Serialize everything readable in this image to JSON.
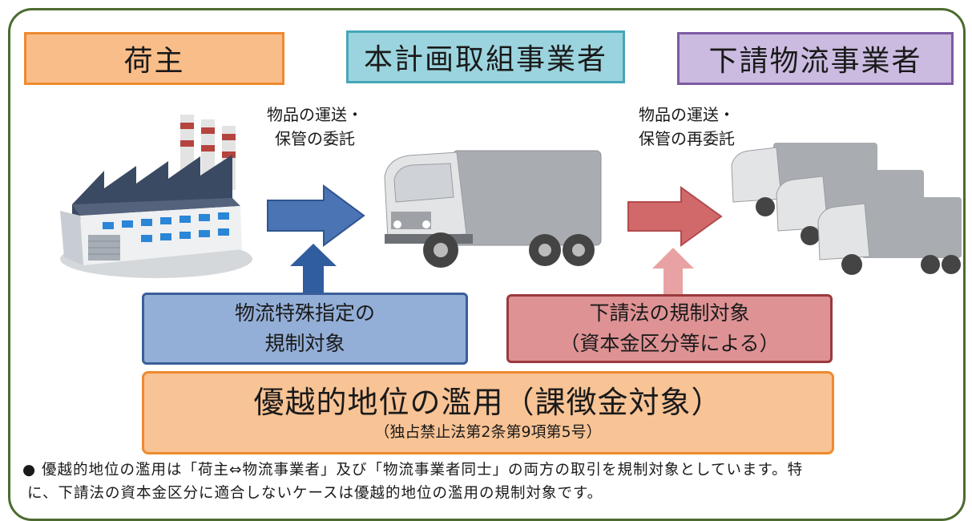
{
  "headers": {
    "shipper": "荷主",
    "main_operator": "本計画取組事業者",
    "subcontractor": "下請物流事業者"
  },
  "arrow_labels": {
    "consign_line1": "物品の運送・",
    "consign_line2": "保管の委託",
    "reconsign_line1": "物品の運送・",
    "reconsign_line2": "保管の再委託"
  },
  "boxes": {
    "logistics_line1": "物流特殊指定の",
    "logistics_line2": "規制対象",
    "subcontract_line1": "下請法の規制対象",
    "subcontract_line2": "（資本金区分等による）",
    "abuse_title": "優越的地位の濫用（課徴金対象）",
    "abuse_sub": "（独占禁止法第2条第9項第5号）"
  },
  "note": {
    "bullet": "●",
    "line1": "優越的地位の濫用は「荷主⇔物流事業者」及び「物流事業者同士」の両方の取引を規制対象としています。特",
    "line2": "に、下請法の資本金区分に適合しないケースは優越的地位の濫用の規制対象です。"
  },
  "colors": {
    "frame": "#4c6b2f",
    "shipper": "#f6a24f",
    "main_operator": "#7ec6d3",
    "subcontractor": "#b39ac9",
    "blue_arrow": "#4a74b3",
    "red_arrow": "#d1686a",
    "abuse_fill": "#f8c395"
  },
  "icons": [
    "factory-icon",
    "truck-icon",
    "truck-fleet-icon"
  ]
}
